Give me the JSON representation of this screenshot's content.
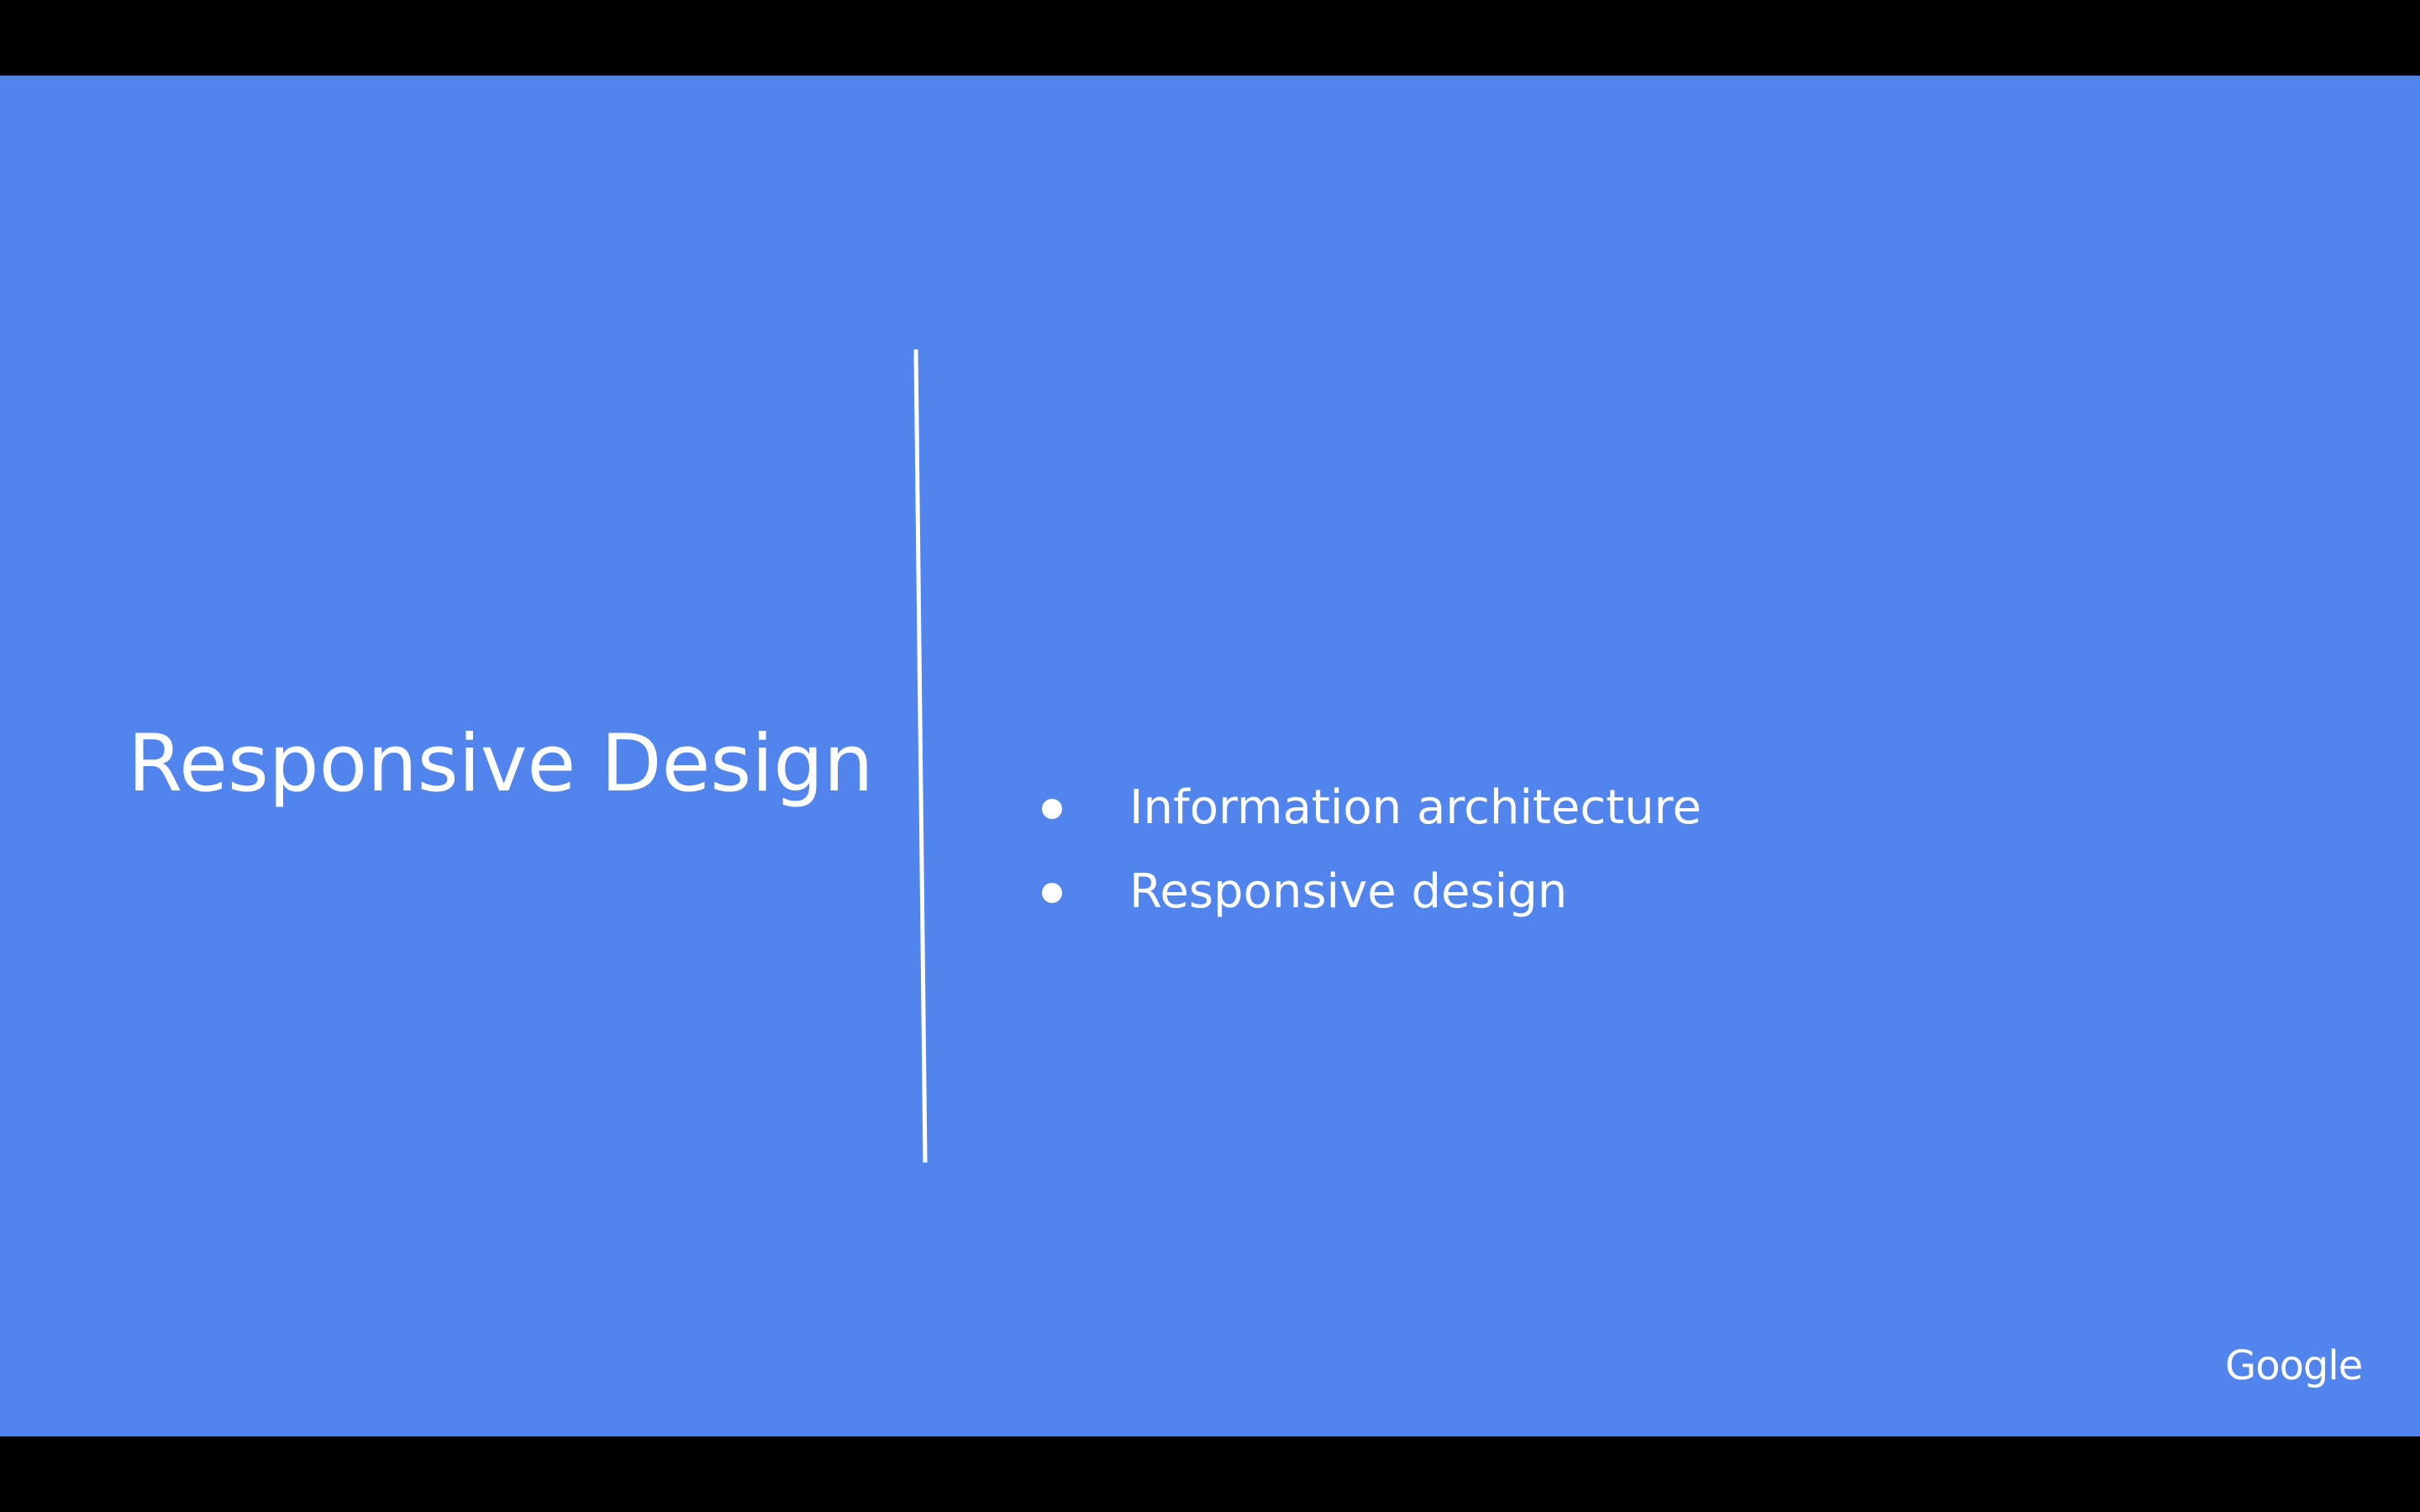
{
  "slide": {
    "title": "Responsive Design",
    "bullets": [
      "Information architecture",
      "Responsive design"
    ],
    "logo_text": "Google"
  },
  "colors": {
    "background": "#5284ED",
    "letterbox": "#000000",
    "text": "#FFFFFF"
  }
}
